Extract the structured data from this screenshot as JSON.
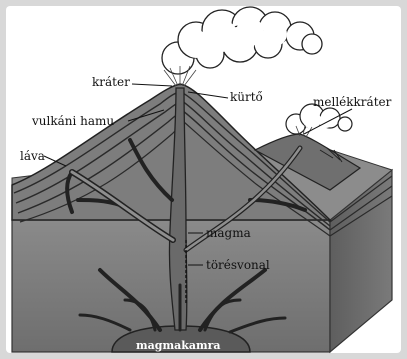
{
  "diagram": {
    "labels": {
      "krater": "kráter",
      "kurto": "kürtő",
      "mellekkrater": "mellékkráter",
      "vulkani_hamu": "vulkáni hamu",
      "lava": "láva",
      "magma": "magma",
      "toresvonal": "törésvonal",
      "magmakamra": "magmakamra"
    }
  }
}
